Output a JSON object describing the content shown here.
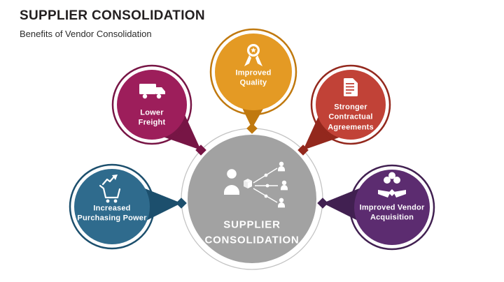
{
  "slide": {
    "title": "SUPPLIER CONSOLIDATION",
    "subtitle": "Benefits of Vendor Consolidation",
    "background": "#ffffff",
    "title_color": "#231f20"
  },
  "center": {
    "label": "SUPPLIER CONSOLIDATION",
    "line1": "SUPPLIER",
    "line2": "CONSOLIDATION",
    "icon": "supplier-network-icon",
    "color": "#9b9b9b",
    "ring_color": "#c3c3c3"
  },
  "benefits": [
    {
      "id": "improved-quality",
      "label": "Improved Quality",
      "lines": [
        "Improved",
        "Quality"
      ],
      "icon": "medal-icon",
      "position": "top",
      "color": "#e49a24",
      "dark": "#c0790f"
    },
    {
      "id": "lower-freight",
      "label": "Lower Freight",
      "lines": [
        "Lower",
        "Freight"
      ],
      "icon": "truck-icon",
      "position": "upper-left",
      "color": "#9d1e5b",
      "dark": "#771545"
    },
    {
      "id": "stronger-contractual-agreements",
      "label": "Stronger Contractual Agreements",
      "lines": [
        "Stronger",
        "Contractual",
        "Agreements"
      ],
      "icon": "contract-icon",
      "position": "upper-right",
      "color": "#c14237",
      "dark": "#93281d"
    },
    {
      "id": "increased-purchasing-power",
      "label": "Increased Purchasing Power",
      "lines": [
        "Increased",
        "Purchasing Power"
      ],
      "icon": "purchasing-growth-icon",
      "position": "lower-left",
      "color": "#2f6b8d",
      "dark": "#1c4f6d"
    },
    {
      "id": "improved-vendor-acquisition",
      "label": "Improved Vendor Acquisition",
      "lines": [
        "Improved Vendor",
        "Acquisition"
      ],
      "icon": "vendor-money-icon",
      "position": "lower-right",
      "color": "#5c2c70",
      "dark": "#412051"
    }
  ]
}
